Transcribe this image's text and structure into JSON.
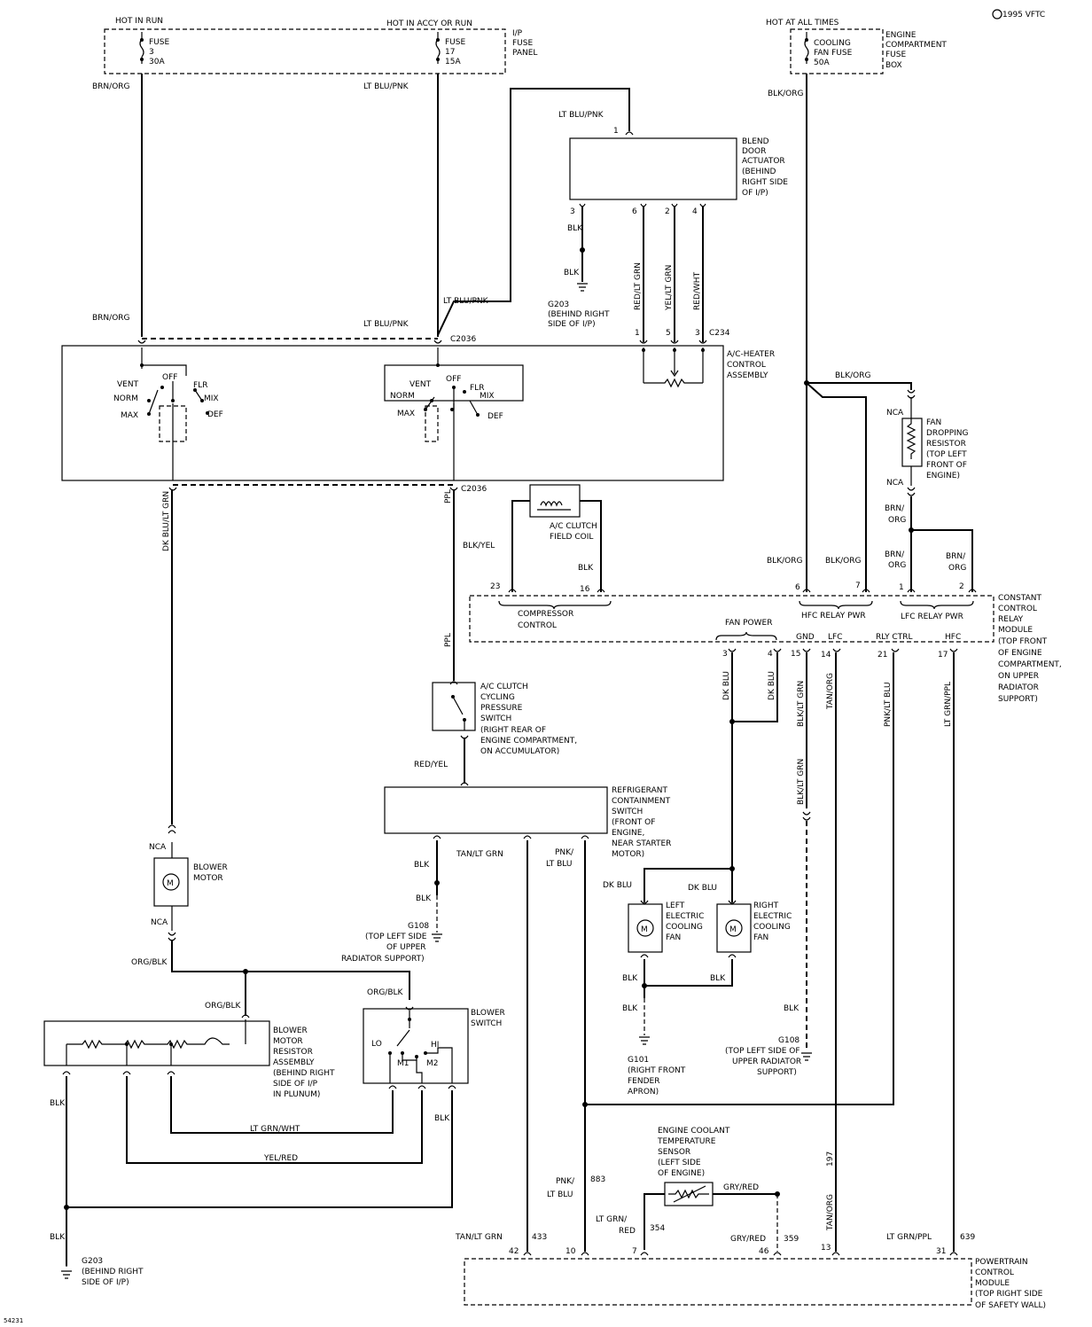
{
  "copyright": "1995 VFTC",
  "figure_code": "54231",
  "power": {
    "hot_in_run": "HOT IN RUN",
    "hot_accy_run": "HOT IN ACCY OR RUN",
    "hot_all_times": "HOT AT ALL TIMES",
    "fuse3": [
      "FUSE",
      "3",
      "30A"
    ],
    "fuse17": [
      "FUSE",
      "17",
      "15A"
    ],
    "ip_fuse_panel": [
      "I/P",
      "FUSE",
      "PANEL"
    ],
    "cooling_fan_fuse": [
      "COOLING",
      "FAN FUSE",
      "50A"
    ],
    "engine_fuse_box": [
      "ENGINE",
      "COMPARTMENT",
      "FUSE",
      "BOX"
    ]
  },
  "wires": {
    "brn_org": "BRN/ORG",
    "lt_blu_pnk": "LT BLU/PNK",
    "blk_org": "BLK/ORG",
    "blk": "BLK",
    "red_lt_grn": "RED/LT GRN",
    "yel_lt_grn": "YEL/LT GRN",
    "red_wht": "RED/WHT",
    "dk_blu_lt_grn": "DK BLU/LT GRN",
    "ppl": "PPL",
    "blk_yel": "BLK/YEL",
    "red_yel": "RED/YEL",
    "tan_lt_grn": "TAN/LT GRN",
    "pnk_lt_blu": [
      "PNK/",
      "LT BLU"
    ],
    "dk_blu": "DK BLU",
    "blk_lt_grn": "BLK/LT GRN",
    "tan_org": "TAN/ORG",
    "pnk_lt_blu2": "PNK/LT BLU",
    "lt_grn_ppl": "LT GRN/PPL",
    "brn_org_split": [
      "BRN/",
      "ORG"
    ],
    "org_blk": "ORG/BLK",
    "lt_grn_wht": "LT GRN/WHT",
    "yel_red": "YEL/RED",
    "lt_grn_red": [
      "LT GRN/",
      "RED"
    ],
    "gry_red": "GRY/RED",
    "nca": "NCA"
  },
  "components": {
    "blend_door": [
      "BLEND",
      "DOOR",
      "ACTUATOR",
      "(BEHIND",
      "RIGHT SIDE",
      "OF I/P)"
    ],
    "g203_top": [
      "G203",
      "(BEHIND RIGHT",
      "SIDE OF I/P)"
    ],
    "c2036": "C2036",
    "c234": "C234",
    "ac_heater": [
      "A/C-HEATER",
      "CONTROL",
      "ASSEMBLY"
    ],
    "switch_labels": {
      "vent": "VENT",
      "norm": "NORM",
      "max": "MAX",
      "off": "OFF",
      "flr": "FLR",
      "mix": "MIX",
      "def": "DEF"
    },
    "fan_dropping": [
      "FAN",
      "DROPPING",
      "RESISTOR",
      "(TOP LEFT",
      "FRONT OF",
      "ENGINE)"
    ],
    "ac_clutch_coil": [
      "A/C CLUTCH",
      "FIELD COIL"
    ],
    "ccrm": [
      "CONSTANT",
      "CONTROL",
      "RELAY",
      "MODULE",
      "(TOP FRONT",
      "OF ENGINE",
      "COMPARTMENT,",
      "ON UPPER",
      "RADIATOR",
      "SUPPORT)"
    ],
    "compressor_control": [
      "COMPRESSOR",
      "CONTROL"
    ],
    "hfc_relay_pwr": "HFC RELAY PWR",
    "lfc_relay_pwr": "LFC RELAY PWR",
    "fan_power": "FAN POWER",
    "gnd": "GND",
    "lfc": "LFC",
    "rly_ctrl": "RLY CTRL",
    "hfc": "HFC",
    "cycling_switch": [
      "A/C CLUTCH",
      "CYCLING",
      "PRESSURE",
      "SWITCH",
      "(RIGHT REAR OF",
      "ENGINE COMPARTMENT,",
      "ON ACCUMULATOR)"
    ],
    "refrigerant_switch": [
      "REFRIGERANT",
      "CONTAINMENT",
      "SWITCH",
      "(FRONT OF",
      "ENGINE,",
      "NEAR STARTER",
      "MOTOR)"
    ],
    "blower_motor": [
      "BLOWER",
      "MOTOR"
    ],
    "g108_a": [
      "G108",
      "(TOP LEFT SIDE",
      "OF UPPER",
      "RADIATOR SUPPORT)"
    ],
    "left_fan": [
      "LEFT",
      "ELECTRIC",
      "COOLING",
      "FAN"
    ],
    "right_fan": [
      "RIGHT",
      "ELECTRIC",
      "COOLING",
      "FAN"
    ],
    "g101": [
      "G101",
      "(RIGHT FRONT",
      "FENDER",
      "APRON)"
    ],
    "g108_b": [
      "G108",
      "(TOP LEFT SIDE OF",
      "UPPER RADIATOR",
      "SUPPORT)"
    ],
    "blower_resistor": [
      "BLOWER",
      "MOTOR",
      "RESISTOR",
      "ASSEMBLY",
      "(BEHIND RIGHT",
      "SIDE OF I/P",
      "IN PLUNUM)"
    ],
    "blower_switch": [
      "BLOWER",
      "SWITCH"
    ],
    "bs_labels": {
      "lo": "LO",
      "hi": "HI",
      "m1": "M1",
      "m2": "M2"
    },
    "g203_bottom": [
      "G203",
      "(BEHIND RIGHT",
      "SIDE OF I/P)"
    ],
    "ect_sensor": [
      "ENGINE COOLANT",
      "TEMPERATURE",
      "SENSOR",
      "(LEFT SIDE",
      "OF ENGINE)"
    ],
    "pcm": [
      "POWERTRAIN",
      "CONTROL",
      "MODULE",
      "(TOP RIGHT SIDE",
      "OF SAFETY WALL)"
    ],
    "motor_symbol": "M"
  },
  "pins": {
    "bd1": "1",
    "bd3": "3",
    "bd6": "6",
    "bd2": "2",
    "bd4": "4",
    "c234_1": "1",
    "c234_5": "5",
    "c234_3": "3",
    "p23": "23",
    "p16": "16",
    "p6": "6",
    "p7": "7",
    "p1": "1",
    "p2": "2",
    "p3": "3",
    "p4": "4",
    "p15": "15",
    "p14": "14",
    "p21": "21",
    "p17": "17",
    "pcm42": "42",
    "pcm10": "10",
    "pcm7": "7",
    "pcm46": "46",
    "pcm13": "13",
    "pcm31": "31",
    "c433": "433",
    "c883": "883",
    "c354": "354",
    "c359": "359",
    "c197": "197",
    "c639": "639"
  }
}
